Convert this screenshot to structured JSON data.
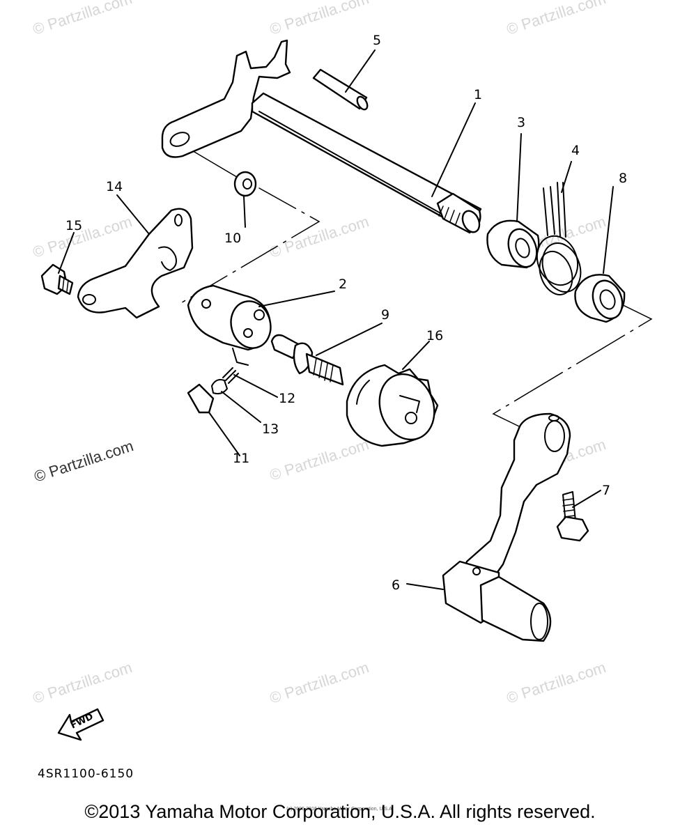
{
  "diagram": {
    "part_labels": [
      "1",
      "2",
      "3",
      "4",
      "5",
      "6",
      "7",
      "8",
      "9",
      "10",
      "11",
      "12",
      "13",
      "14",
      "15",
      "16"
    ],
    "fwd_label": "FWD",
    "drawing_code": "4SR1100-6150"
  },
  "watermark": {
    "text": "© Partzilla.com"
  },
  "footer": {
    "copyright": "©2013 Yamaha Motor Corporation, U.S.A. All rights reserved.",
    "small_copyright": "(c) 2005-2016 Yamaha Motor Corporation, U.S.A."
  }
}
